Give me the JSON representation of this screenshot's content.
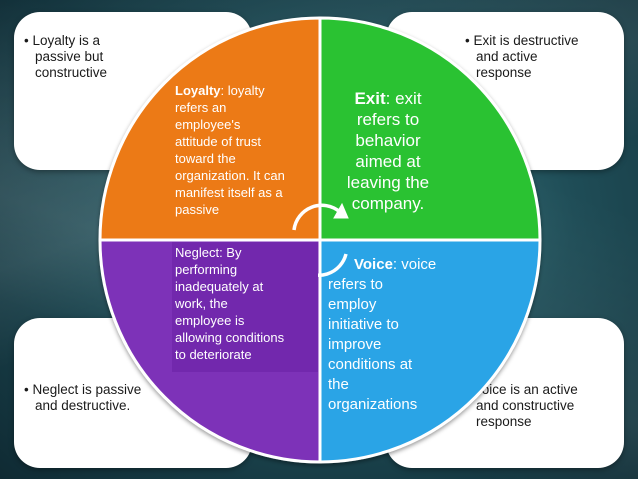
{
  "corners": {
    "top_left": "• Loyalty is a\npassive but\nconstructive",
    "top_right": "• Exit is  destructive\nand active\nresponse",
    "bottom_left": "• Neglect is passive\nand destructive.",
    "bottom_right": "• Voice is an active\nand constructive\nresponse"
  },
  "quadrants": {
    "loyalty": {
      "term": "Loyalty",
      "text": ": loyalty\nrefers an\nemployee's\nattitude of trust\ntoward the\norganization. It can\nmanifest itself as a\npassive",
      "color": "#ec7a12"
    },
    "exit": {
      "term": "Exit",
      "text": ": exit\nrefers to\nbehavior\naimed at\nleaving the\ncompany.",
      "color": "#2cc233"
    },
    "neglect": {
      "term": "Neglect",
      "text": ": By\nperforming\ninadequately at\nwork, the\nemployee is\nallowing conditions\nto deteriorate",
      "color": "#7d32b8"
    },
    "voice": {
      "term": "Voice",
      "text": ": voice\nrefers to\nemploy\ninitiative to\nimprove\nconditions at\nthe\norganizations",
      "color": "#2aa4e6"
    }
  },
  "icons": {
    "center": "cycle-arrows-icon"
  }
}
